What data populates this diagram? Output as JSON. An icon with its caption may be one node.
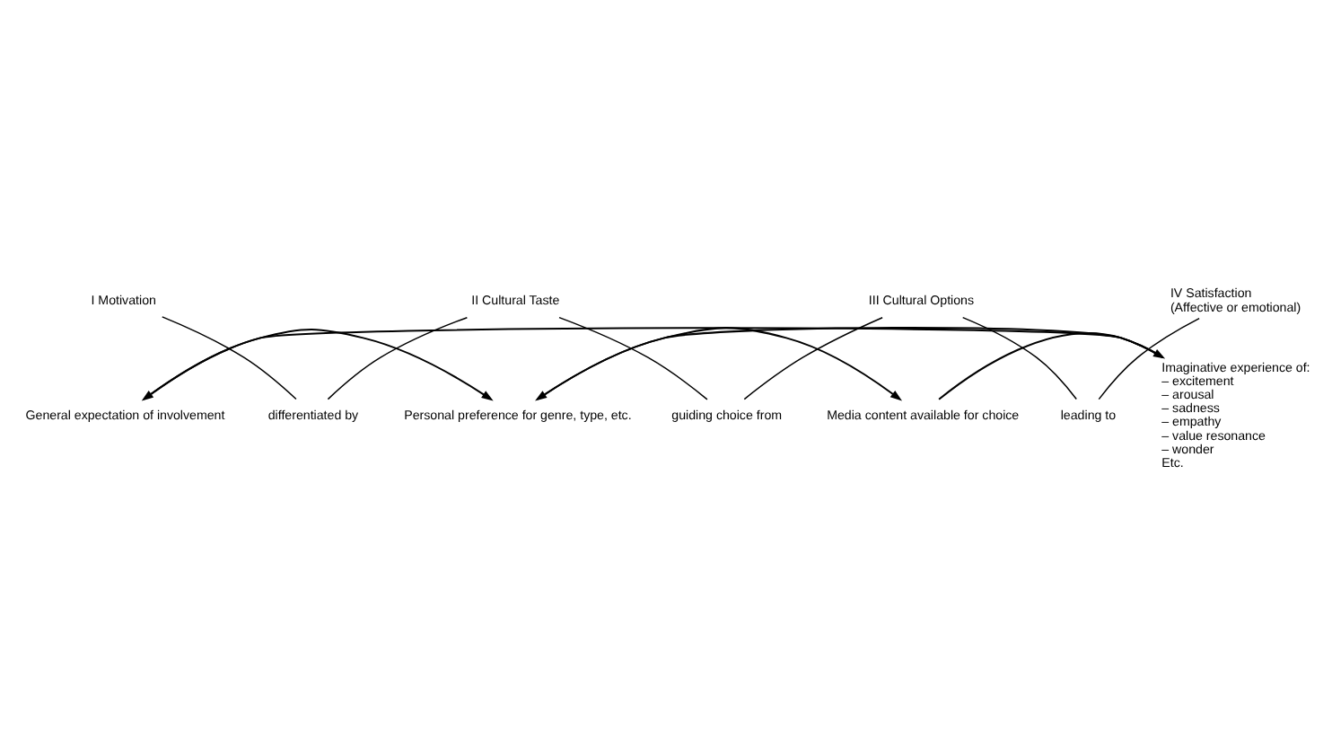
{
  "diagram": {
    "nodes": [
      {
        "text": [
          "I Motivation"
        ]
      },
      {
        "text": [
          "differentiated by"
        ]
      },
      {
        "text": [
          "II Cultural Taste"
        ]
      },
      {
        "text": [
          "guiding choice from"
        ]
      },
      {
        "text": [
          "III Cultural Options"
        ]
      },
      {
        "text": [
          "leading to"
        ]
      },
      {
        "text": [
          "IV Satisfaction",
          "(Affective or emotional)"
        ]
      },
      {
        "text": [
          "General expectation of involvement"
        ]
      },
      {
        "text": [
          "Personal preference for genre, type, etc."
        ]
      },
      {
        "text": [
          "Media content available for choice"
        ]
      },
      {
        "text": [
          "Imaginative experience of:",
          "– excitement",
          "– arousal",
          "– sadness",
          "– empathy",
          "– value resonance",
          "– wonder",
          "Etc."
        ]
      }
    ],
    "edges": [
      {
        "from": 0,
        "to": 1,
        "arrow": "none"
      },
      {
        "from": 1,
        "to": 2,
        "arrow": "none"
      },
      {
        "from": 2,
        "to": 3,
        "arrow": "none"
      },
      {
        "from": 3,
        "to": 4,
        "arrow": "none"
      },
      {
        "from": 4,
        "to": 5,
        "arrow": "none"
      },
      {
        "from": 5,
        "to": 6,
        "arrow": "none"
      },
      {
        "from": 7,
        "to": 8,
        "arrow": "to"
      },
      {
        "from": 8,
        "to": 9,
        "arrow": "to"
      },
      {
        "from": 9,
        "to": 10,
        "arrow": "to"
      },
      {
        "from": 10,
        "to": 8,
        "arrow": "to"
      },
      {
        "from": 10,
        "to": 7,
        "arrow": "to"
      }
    ]
  }
}
